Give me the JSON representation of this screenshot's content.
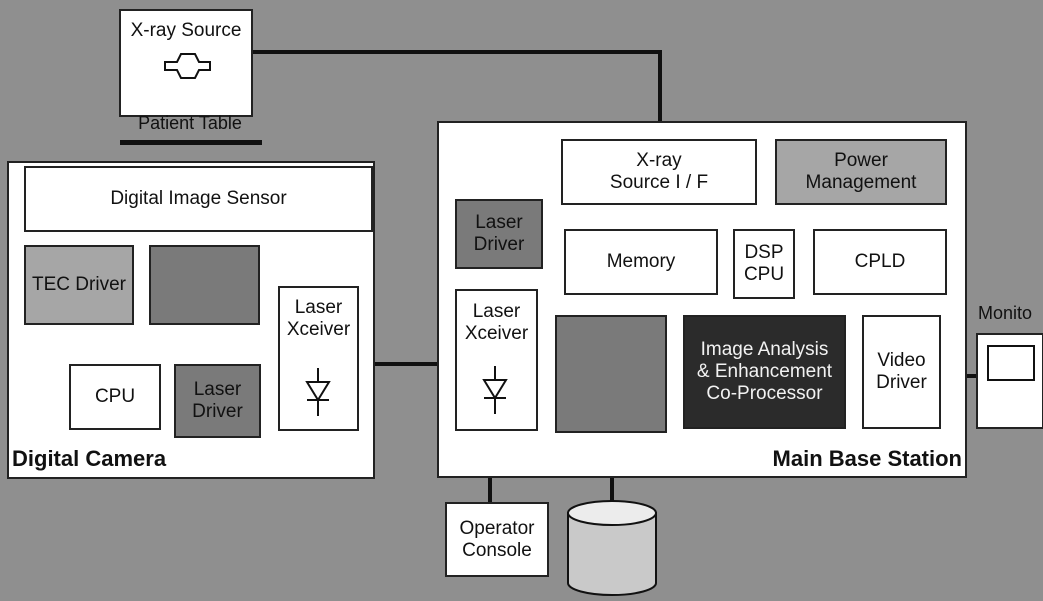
{
  "xray_source": {
    "label": "X-ray Source"
  },
  "patient_table": {
    "label": "Patient Table"
  },
  "digital_camera": {
    "title": "Digital Camera",
    "digital_image_sensor": "Digital Image Sensor",
    "tec_driver": "TEC Driver",
    "laser_xceiver": "Laser\nXceiver",
    "cpu": "CPU",
    "laser_driver": "Laser\nDriver"
  },
  "main_base_station": {
    "title": "Main Base Station",
    "xray_source_if": "X-ray\nSource I / F",
    "power_management": "Power\nManagement",
    "laser_driver": "Laser\nDriver",
    "memory": "Memory",
    "dsp_cpu": "DSP\nCPU",
    "cpld": "CPLD",
    "laser_xceiver": "Laser\nXceiver",
    "image_coprocessor": "Image Analysis\n& Enhancement\nCo-Processor",
    "video_driver": "Video\nDriver"
  },
  "monitor": {
    "label": "Monito"
  },
  "operator_console": {
    "label": "Operator\nConsole"
  },
  "colors": {
    "background": "#8f8f8f",
    "panel": "#ffffff",
    "dark_module": "#7a7a7a",
    "light_module": "#a6a6a6",
    "coprocessor": "#2b2b2b",
    "line": "#111111"
  }
}
